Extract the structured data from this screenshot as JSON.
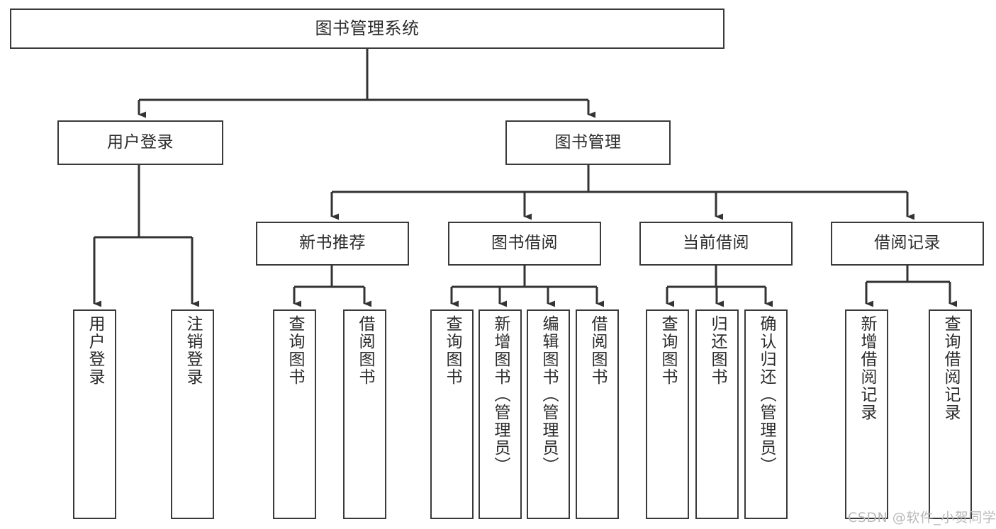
{
  "diagram": {
    "title": "图书管理系统",
    "type": "tree-hierarchy",
    "arrow_color": "#333333",
    "box_border_color": "#3a3a3a",
    "background_color": "#ffffff",
    "text_color": "#2b2b2b"
  },
  "root": {
    "label": "图书管理系统"
  },
  "level2": [
    {
      "label": "用户登录"
    },
    {
      "label": "图书管理"
    }
  ],
  "level3": [
    {
      "label": "新书推荐"
    },
    {
      "label": "图书借阅"
    },
    {
      "label": "当前借阅"
    },
    {
      "label": "借阅记录"
    }
  ],
  "leaves": {
    "user_login": [
      {
        "label": "用户登录"
      },
      {
        "label": "注销登录"
      }
    ],
    "new_book": [
      {
        "label": "查询图书"
      },
      {
        "label": "借阅图书"
      }
    ],
    "book_borrow": [
      {
        "label": "查询图书"
      },
      {
        "label": "新增图书（管理员）"
      },
      {
        "label": "编辑图书（管理员）"
      },
      {
        "label": "借阅图书"
      }
    ],
    "current_borrow": [
      {
        "label": "查询图书"
      },
      {
        "label": "归还图书"
      },
      {
        "label": "确认归还（管理员）"
      }
    ],
    "borrow_record": [
      {
        "label": "新增借阅记录"
      },
      {
        "label": "查询借阅记录"
      }
    ]
  },
  "watermark": {
    "text": "CSDN @软件_小贺同学",
    "color": "#b9b9b9"
  }
}
